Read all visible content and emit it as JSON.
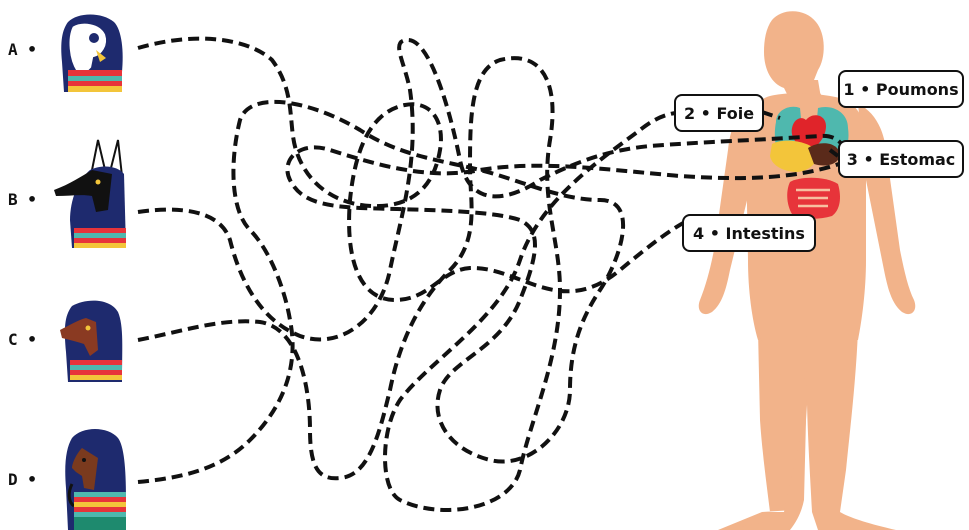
{
  "gods": [
    {
      "letter": "A •",
      "icon": "falcon-head-icon"
    },
    {
      "letter": "B •",
      "icon": "jackal-head-icon"
    },
    {
      "letter": "C •",
      "icon": "baboon-head-icon"
    },
    {
      "letter": "D •",
      "icon": "human-head-icon"
    }
  ],
  "organs": [
    {
      "label": "1 • Poumons"
    },
    {
      "label": "2 • Foie"
    },
    {
      "label": "3 • Estomac"
    },
    {
      "label": "4 • Intestins"
    }
  ],
  "colors": {
    "skin": "#f2b38a",
    "headdress": "#1e2a6e",
    "lungs": "#4fb8ae",
    "heart": "#e0242a",
    "liver": "#f3c53a",
    "stomach": "#5a2a1a",
    "intestines": "#e7343a",
    "path": "#111111"
  }
}
